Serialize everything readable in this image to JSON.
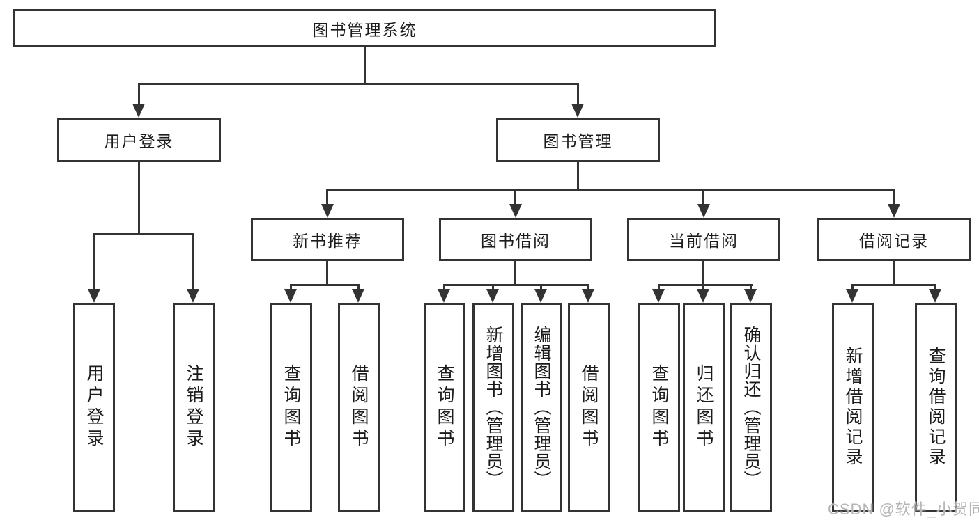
{
  "diagram": {
    "type": "hierarchy-chart",
    "tree": {
      "root": {
        "label": "图书管理系统"
      },
      "children": [
        {
          "label": "用户登录",
          "children": [
            {
              "label": "用户登录"
            },
            {
              "label": "注销登录"
            }
          ]
        },
        {
          "label": "图书管理",
          "children": [
            {
              "label": "新书推荐",
              "children": [
                {
                  "label": "查询图书"
                },
                {
                  "label": "借阅图书"
                }
              ]
            },
            {
              "label": "图书借阅",
              "children": [
                {
                  "label": "查询图书"
                },
                {
                  "label": "新增图书（管理员）"
                },
                {
                  "label": "编辑图书（管理员）"
                },
                {
                  "label": "借阅图书"
                }
              ]
            },
            {
              "label": "当前借阅",
              "children": [
                {
                  "label": "查询图书"
                },
                {
                  "label": "归还图书"
                },
                {
                  "label": "确认归还（管理员）"
                }
              ]
            },
            {
              "label": "借阅记录",
              "children": [
                {
                  "label": "新增借阅记录"
                },
                {
                  "label": "查询借阅记录"
                }
              ]
            }
          ]
        }
      ]
    },
    "colors": {
      "line": "#333333",
      "box_border": "#333333",
      "text": "#1b1b1b",
      "background": "#ffffff",
      "watermark": "#b5b5b6"
    },
    "watermark": {
      "text": "CSDN @软件_小贺同学"
    }
  }
}
